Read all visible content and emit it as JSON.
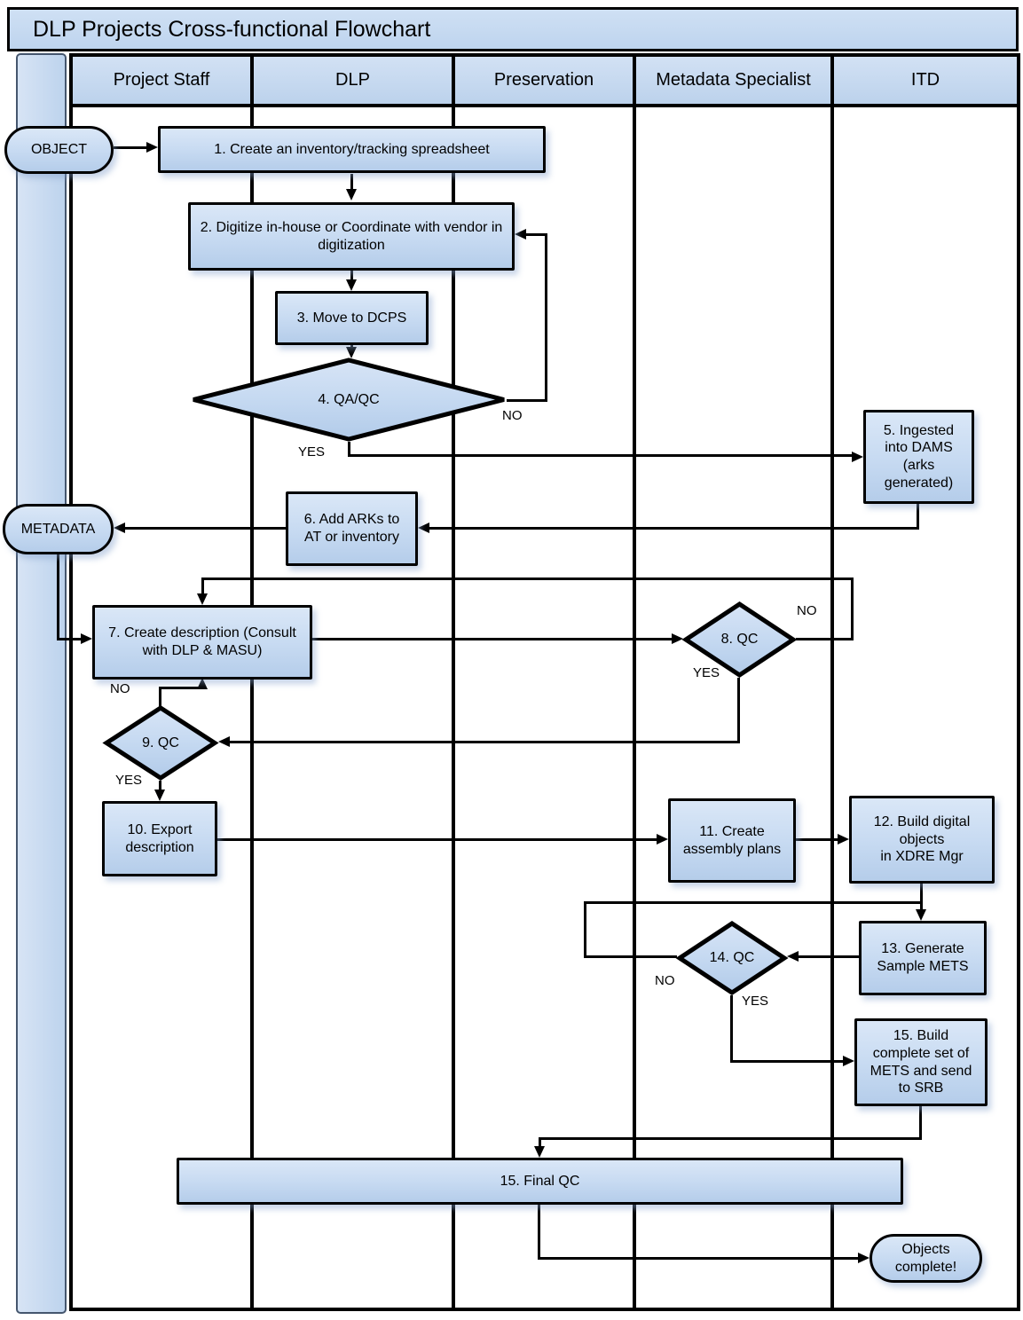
{
  "title": "DLP Projects Cross-functional Flowchart",
  "lanes": [
    "Project Staff",
    "DLP",
    "Preservation",
    "Metadata Specialist",
    "ITD"
  ],
  "nodes": {
    "object": "OBJECT",
    "n1": "1. Create an inventory/tracking spreadsheet",
    "n2": "2. Digitize in-house or Coordinate with vendor in digitization",
    "n3": "3. Move to DCPS",
    "n4": "4. QA/QC",
    "n5": "5. Ingested into DAMS (arks generated)",
    "n6": "6. Add ARKs to AT or inventory",
    "metadata": "METADATA",
    "n7": "7. Create description (Consult with DLP & MASU)",
    "n8": "8. QC",
    "n9": "9. QC",
    "n10": "10. Export description",
    "n11": "11. Create assembly plans",
    "n12": "12. Build digital objects\nin XDRE Mgr",
    "n13": "13. Generate Sample METS",
    "n14": "14. QC",
    "n15": "15. Build complete set of METS and send to SRB",
    "final_qc": "15. Final QC",
    "objects_complete": "Objects complete!"
  },
  "edge_labels": {
    "n4_no": "NO",
    "n4_yes": "YES",
    "n8_no": "NO",
    "n8_yes": "YES",
    "n9_no": "NO",
    "n9_yes": "YES",
    "n14_no": "NO",
    "n14_yes": "YES"
  },
  "colors": {
    "node_fill": "#c8dbf2",
    "node_border": "#000000",
    "band_fill": "#c4d8ef",
    "canvas": "#ffffff"
  }
}
